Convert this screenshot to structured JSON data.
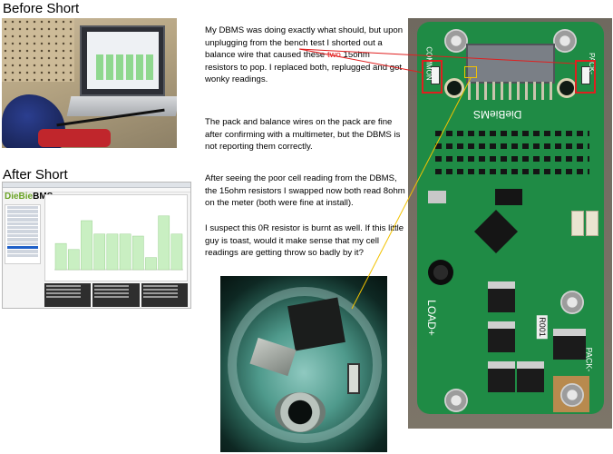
{
  "headings": {
    "before": "Before Short",
    "after": "After Short"
  },
  "paragraphs": {
    "p1_before": "My DBMS was doing exactly what should, but upon unplugging from the bench test I shorted out a balance wire that caused these ",
    "p1_highlight": "two",
    "p1_after": " 15ohm resistors to pop. I replaced both, replugged and got wonky readings.",
    "p2": "The pack and balance wires on the pack are fine after confirming with a multimeter, but the DBMS is not reporting them correctly.",
    "p3": "After seeing the poor cell reading from the DBMS, the 15ohm resistors I swapped now both read 8ohm on the meter (both were fine at install).",
    "p4": "I suspect this 0R resistor is burnt as well. If this little guy is toast, would it make sense that my cell readings are getting throw so badly by it?"
  },
  "app_screenshot": {
    "logo_prefix": "DieBie",
    "logo_suffix": "BMS"
  },
  "app_chart_data": {
    "type": "bar",
    "values": [
      0.39,
      0.3,
      0.73,
      0.53,
      0.53,
      0.53,
      0.5,
      0.18,
      0.8,
      0.53
    ]
  },
  "board_labels": {
    "brand": "DieBieMS",
    "common": "COMMON",
    "pack_minus_top": "PACK-",
    "load_plus": "LOAD+",
    "pack_minus_bottom": "PACK-",
    "resistor_code": "R001"
  },
  "colors": {
    "highlight": "#e31b1b",
    "annotation_red": "#e01f1f",
    "annotation_yellow": "#f2c200",
    "chart_bar": "#c9efc2"
  }
}
